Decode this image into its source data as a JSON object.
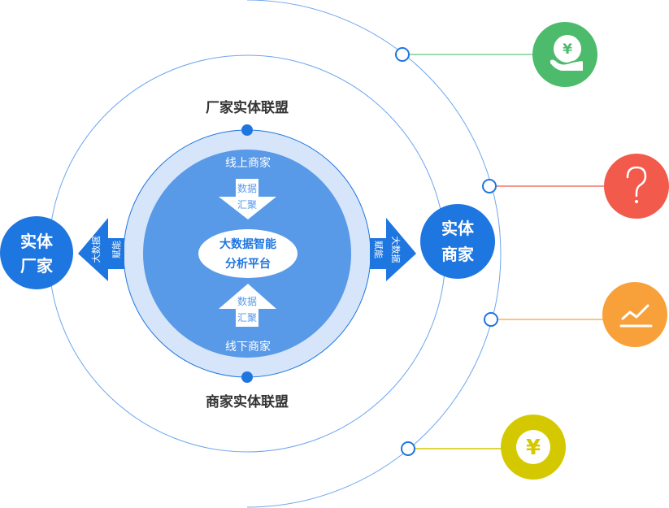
{
  "diagram": {
    "center": {
      "line1": "大数据智能",
      "line2": "分析平台"
    },
    "inner_top_label": "线上商家",
    "inner_bottom_label": "线下商家",
    "down_arrow": {
      "line1": "数据",
      "line2": "汇聚"
    },
    "up_arrow": {
      "line1": "数据",
      "line2": "汇聚"
    },
    "top_label": "厂家实体联盟",
    "bottom_label": "商家实体联盟",
    "left_node": {
      "line1": "实体",
      "line2": "厂家"
    },
    "right_node": {
      "line1": "实体",
      "line2": "商家"
    },
    "left_arrow": {
      "outer": "大数据",
      "inner": "赋能"
    },
    "right_arrow": {
      "outer": "大数据",
      "inner": "赋能"
    },
    "icons": [
      {
        "name": "hand-yuan-icon",
        "color": "#4cbb6c",
        "line_color": "#9ddbb0",
        "glyph": "¥"
      },
      {
        "name": "question-icon",
        "color": "#f25a4c",
        "line_color": "#f25a4c",
        "glyph": "?"
      },
      {
        "name": "trend-chart-icon",
        "color": "#f8a13a",
        "line_color": "#f8a13a",
        "glyph": ""
      },
      {
        "name": "yuan-coin-icon",
        "color": "#d4c900",
        "line_color": "#d4c900",
        "glyph": "¥"
      }
    ],
    "colors": {
      "primary": "#1e76e0",
      "inner_fill": "#5899e8",
      "ring_fill": "#d6e5f9",
      "ring_line": "#6ea6ee",
      "label_dark": "#333333"
    }
  }
}
